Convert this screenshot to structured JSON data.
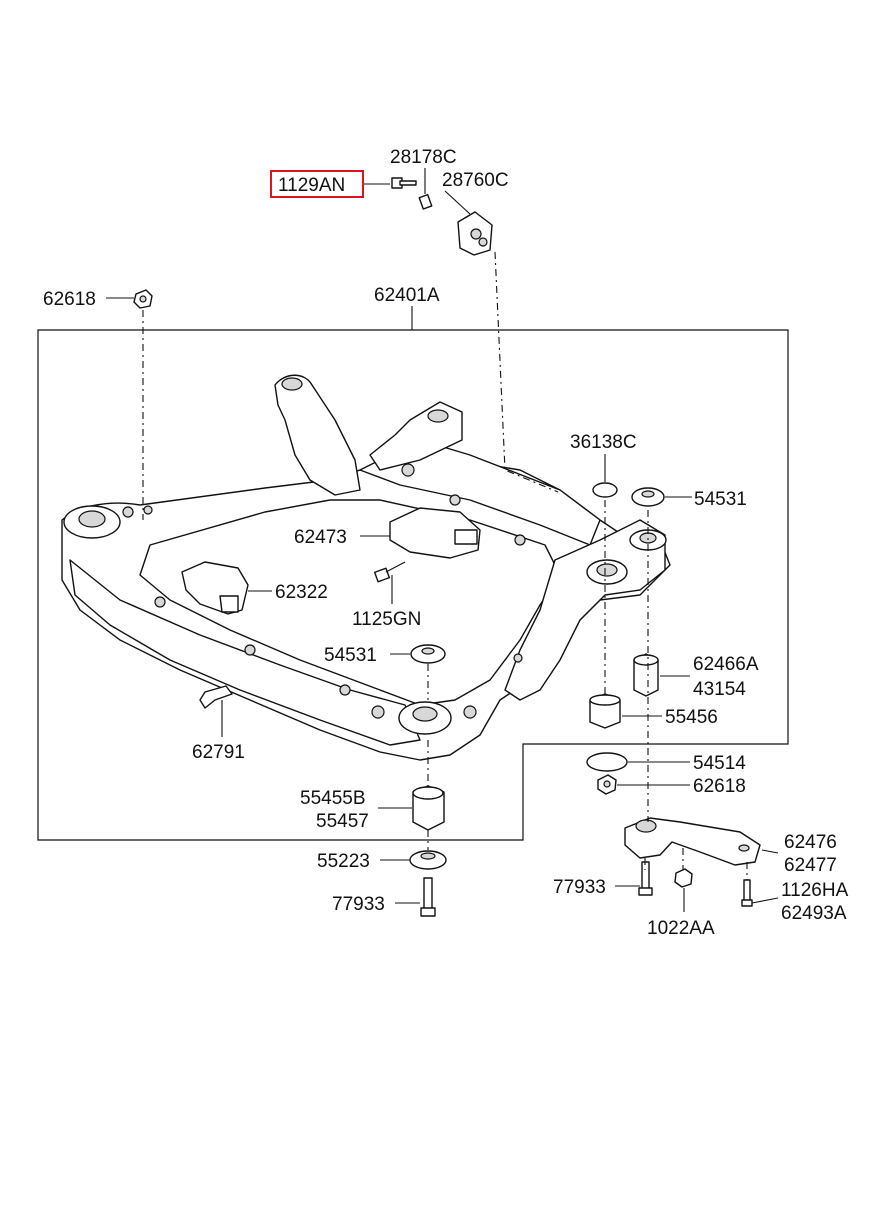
{
  "highlight_color": "#e0141e",
  "callouts": {
    "c_1129AN": "1129AN",
    "c_28178C": "28178C",
    "c_28760C": "28760C",
    "c_62618_top": "62618",
    "c_62401A": "62401A",
    "c_36138C": "36138C",
    "c_54531_right": "54531",
    "c_62473": "62473",
    "c_62322": "62322",
    "c_1125GN": "1125GN",
    "c_54531_center": "54531",
    "c_62466A": "62466A",
    "c_43154": "43154",
    "c_55456": "55456",
    "c_62791": "62791",
    "c_54514": "54514",
    "c_62618_right": "62618",
    "c_55455B": "55455B",
    "c_55457": "55457",
    "c_62476": "62476",
    "c_62477": "62477",
    "c_55223": "55223",
    "c_77933_right": "77933",
    "c_1126HA": "1126HA",
    "c_77933_bottom": "77933",
    "c_62493A": "62493A",
    "c_1022AA": "1022AA"
  }
}
